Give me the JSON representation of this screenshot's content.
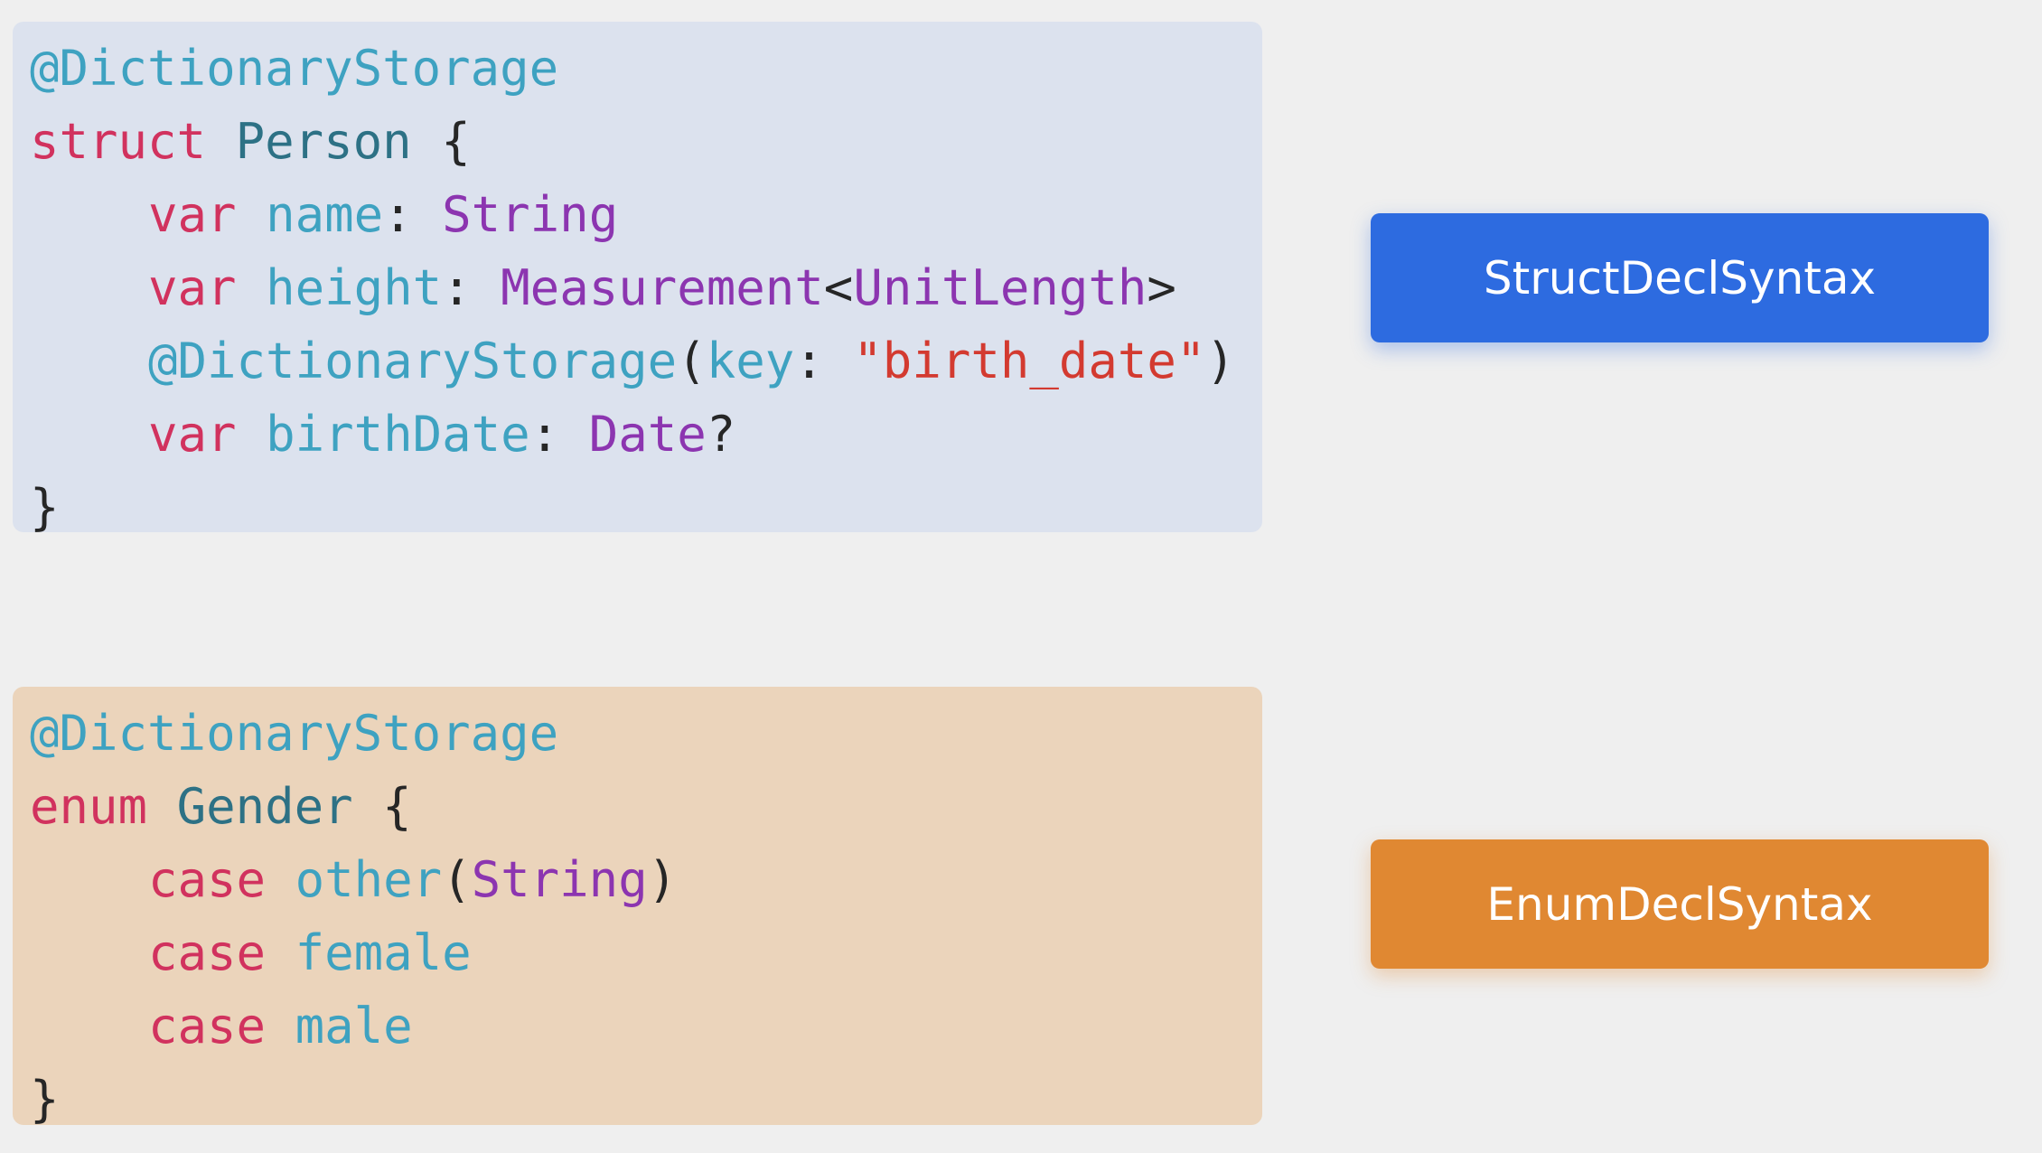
{
  "struct_code": {
    "attribute": "@DictionaryStorage",
    "keyword": "struct",
    "type_name": "Person",
    "open_brace": "{",
    "close_brace": "}",
    "members": {
      "name": {
        "keyword": "var",
        "identifier": "name",
        "colon": ":",
        "type": "String"
      },
      "height": {
        "keyword": "var",
        "identifier": "height",
        "colon": ":",
        "type": "Measurement",
        "lt": "<",
        "generic": "UnitLength",
        "gt": ">"
      },
      "birth_attr": {
        "attribute": "@DictionaryStorage",
        "open_paren": "(",
        "label": "key",
        "colon": ":",
        "string": "\"birth_date\"",
        "close_paren": ")"
      },
      "birthDate": {
        "keyword": "var",
        "identifier": "birthDate",
        "colon": ":",
        "type": "Date",
        "optional": "?"
      }
    }
  },
  "enum_code": {
    "attribute": "@DictionaryStorage",
    "keyword": "enum",
    "type_name": "Gender",
    "open_brace": "{",
    "close_brace": "}",
    "cases": {
      "other": {
        "keyword": "case",
        "identifier": "other",
        "open_paren": "(",
        "type": "String",
        "close_paren": ")"
      },
      "female": {
        "keyword": "case",
        "identifier": "female"
      },
      "male": {
        "keyword": "case",
        "identifier": "male"
      }
    }
  },
  "labels": {
    "struct_decl": "StructDeclSyntax",
    "enum_decl": "EnumDeclSyntax"
  },
  "colors": {
    "background": "#efefef",
    "struct_block_bg": "#dce2ee",
    "enum_block_bg": "#ebd4bb",
    "struct_label_bg": "#2d6be0",
    "enum_label_bg": "#e08832",
    "attribute": "#3ea2c1",
    "keyword": "#d1325e",
    "type_name": "#2d7185",
    "type": "#8c35b0",
    "string": "#d33a30"
  }
}
